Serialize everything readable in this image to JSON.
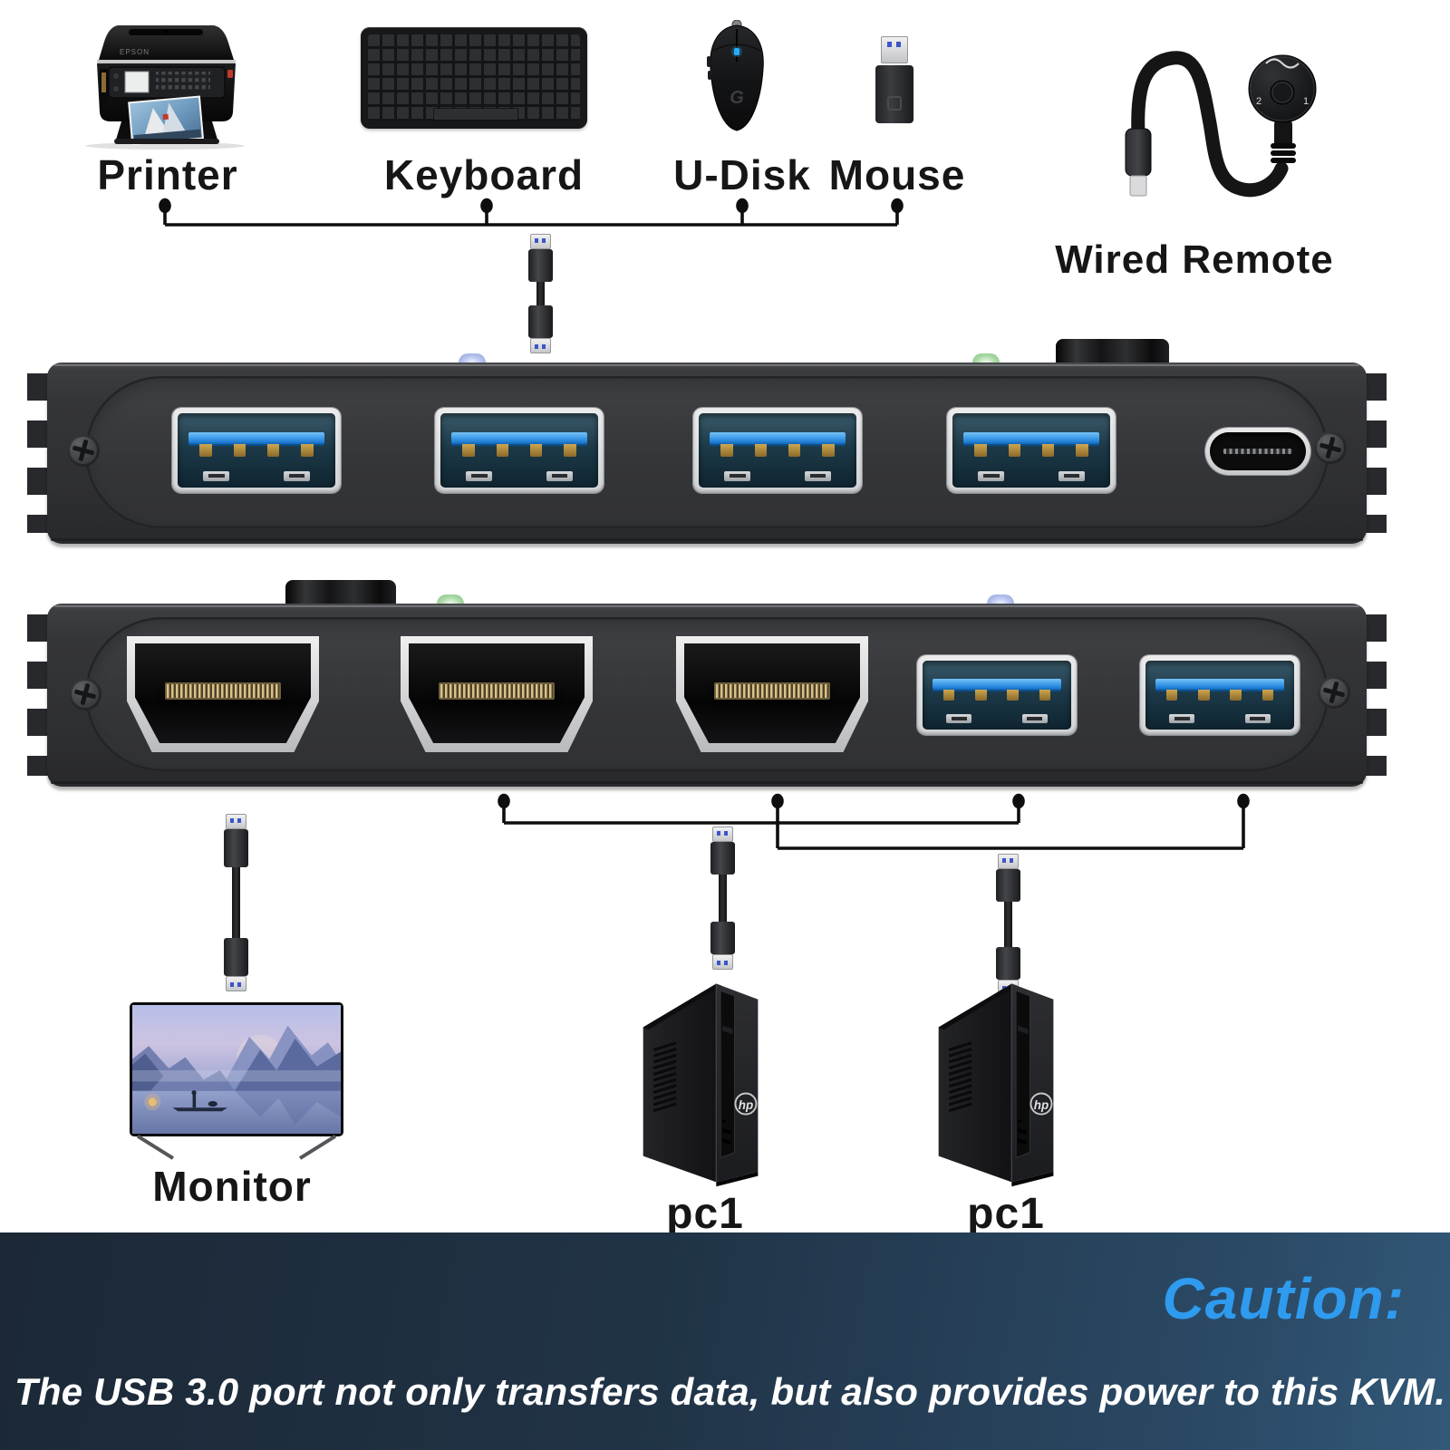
{
  "peripherals": {
    "printer": {
      "label": "Printer",
      "brand": "EPSON"
    },
    "keyboard": {
      "label": "Keyboard"
    },
    "udisk_label": "U-Disk",
    "mouse_label": "Mouse",
    "mouse_logo": "G",
    "remote": {
      "label": "Wired Remote",
      "marking_left": "2",
      "marking_right": "1"
    }
  },
  "kvm": {
    "top_view": {
      "usb_a_ports": 4,
      "usb_c_ports": 1
    },
    "bottom_view": {
      "hdmi_ports": 3,
      "usb_a_ports": 2
    }
  },
  "endpoints": {
    "monitor_label": "Monitor",
    "pc1_label": "pc1",
    "pc2_label": "pc1",
    "pc_brand": "hp"
  },
  "caution": {
    "title": "Caution:",
    "text": "The USB 3.0 port not only transfers data, but also provides power to this KVM."
  },
  "colors": {
    "accent_blue": "#2E9BEF",
    "usb_port_blue": "#2F9AE8",
    "caution_bg_dark": "#1C2836",
    "caution_bg_light": "#325878",
    "led_green": "#A6D8A3",
    "led_blue": "#B3C0EC"
  }
}
